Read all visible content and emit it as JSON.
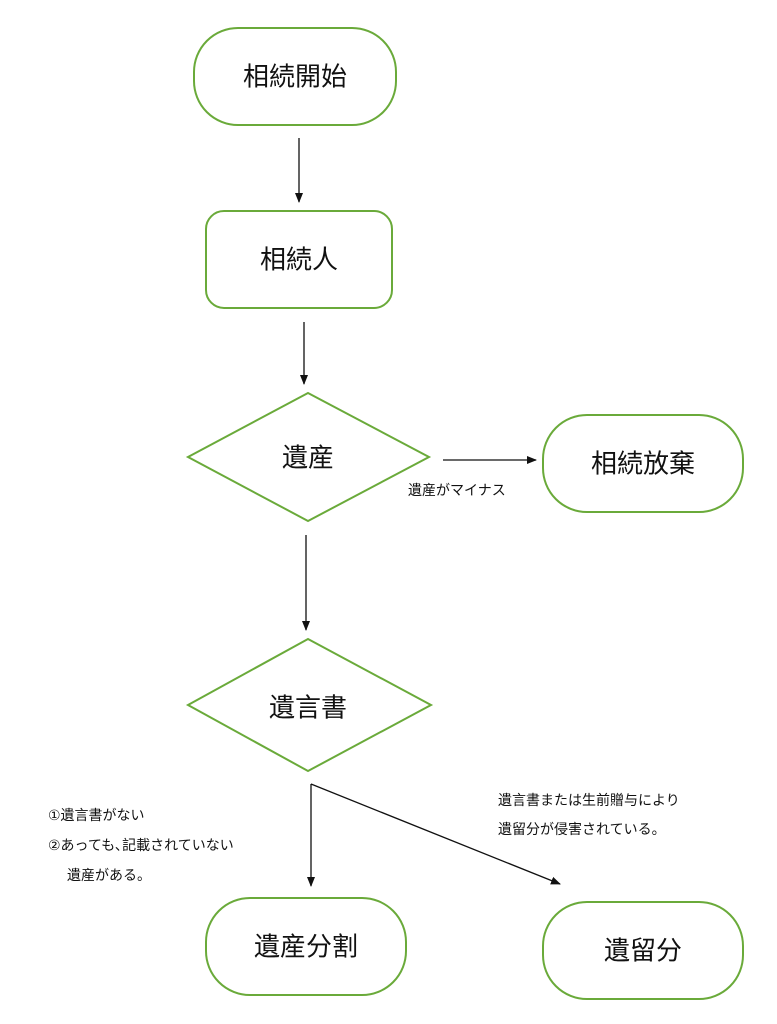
{
  "colors": {
    "node_border": "#6aaa3a",
    "arrow": "#111111",
    "text": "#111111",
    "background": "#ffffff"
  },
  "nodes": {
    "start": "相続開始",
    "heirs": "相続人",
    "estate": "遺産",
    "renunciation": "相続放棄",
    "will": "遺言書",
    "division": "遺産分割",
    "reserved_share": "遺留分"
  },
  "notes": {
    "estate_negative": "遺産がマイナス",
    "no_will_line1": "①遺言書がない",
    "no_will_line2": "②あっても､記載されていない",
    "no_will_line3": "遺産がある。",
    "infringed_line1": "遺言書または生前贈与により",
    "infringed_line2": "遺留分が侵害されている。"
  }
}
